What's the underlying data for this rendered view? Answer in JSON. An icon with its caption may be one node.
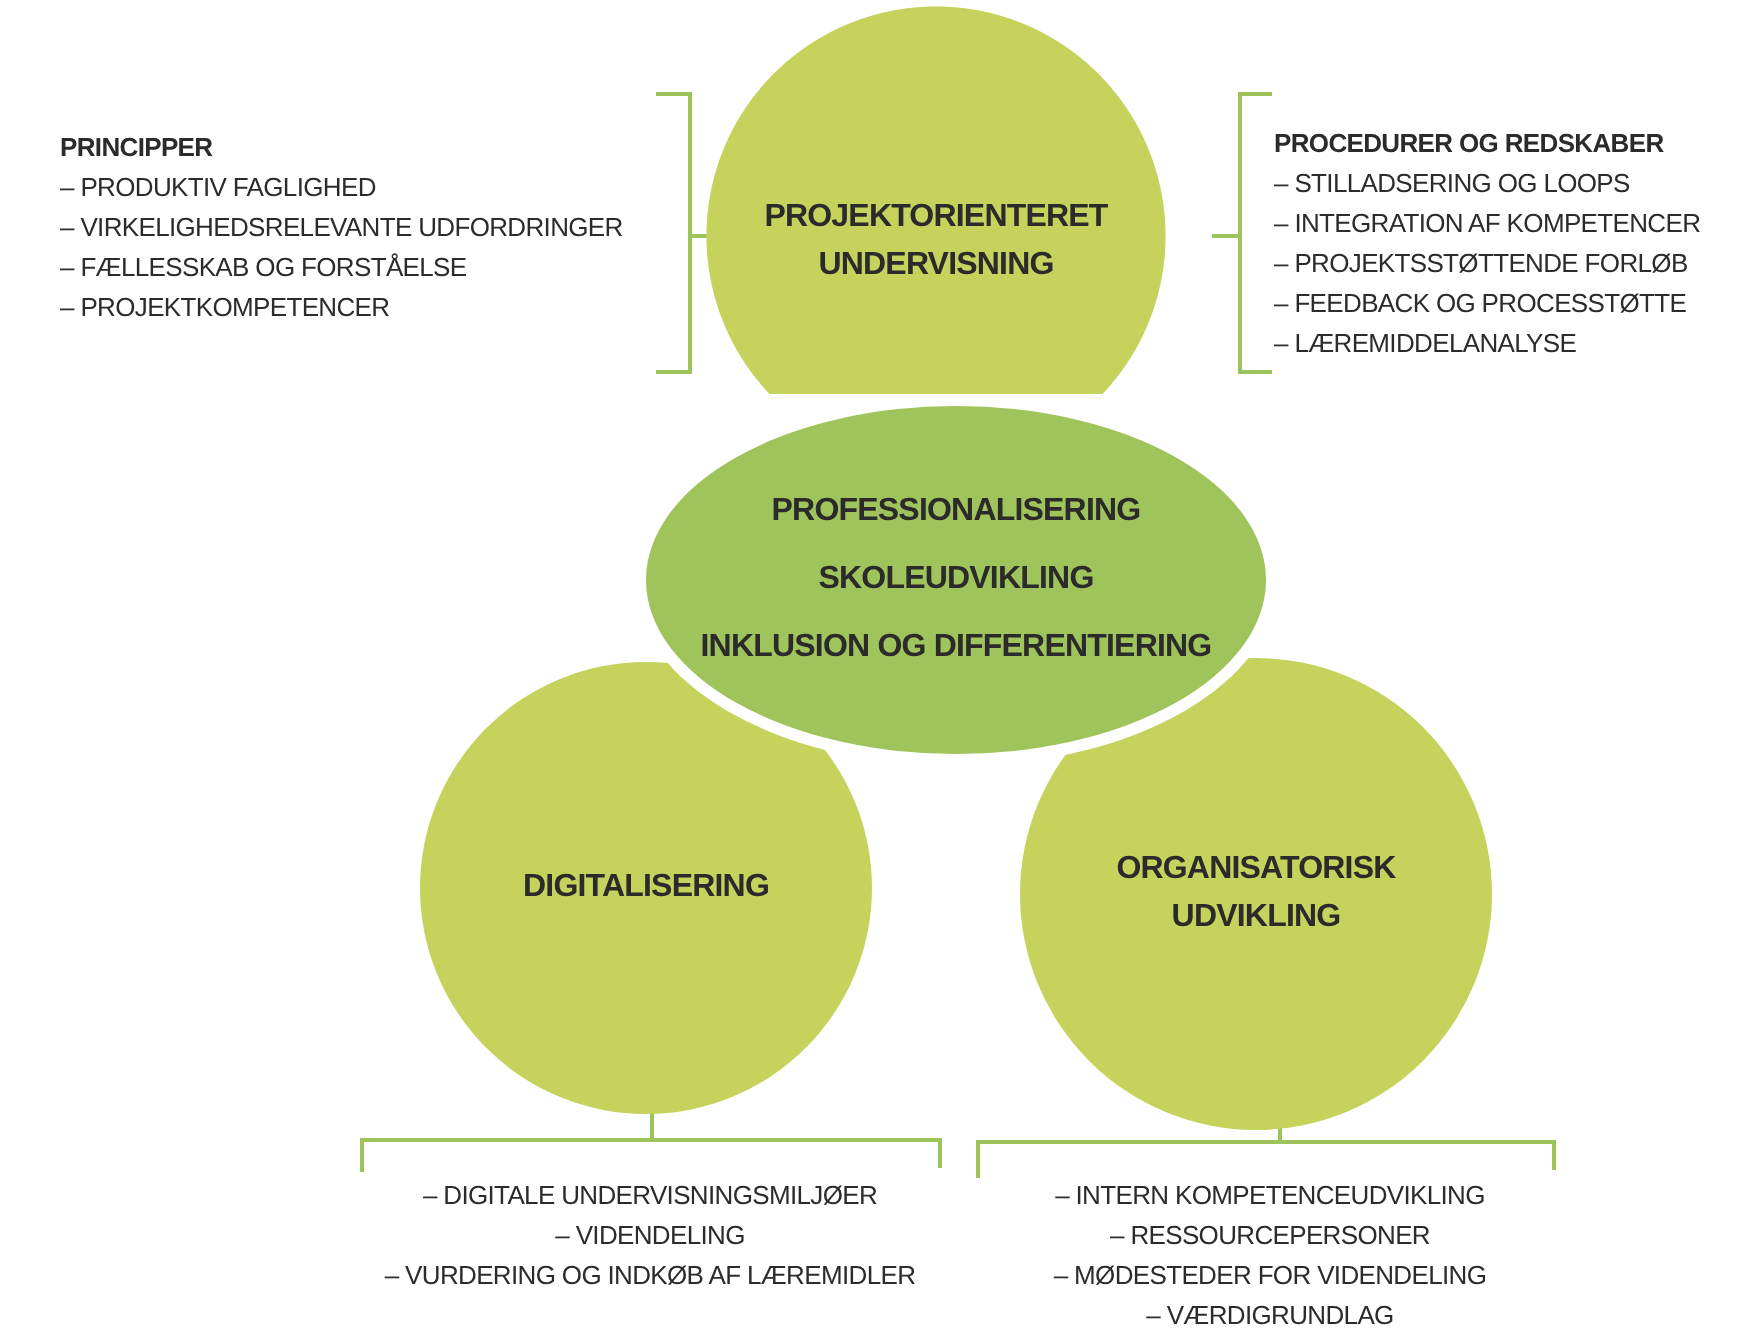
{
  "diagram": {
    "nodes": [
      {
        "text": [
          "PROJEKTORIENTERET UNDERVISNING"
        ]
      },
      {
        "text": [
          "PROFESSIONALISERING",
          "SKOLEUDVIKLING",
          "INKLUSION OG DIFFERENTIERING"
        ]
      },
      {
        "text": [
          "DIGITALISERING"
        ]
      },
      {
        "text": [
          "ORGANISATORISK UDVIKLING"
        ]
      }
    ],
    "labels": [
      "PRINCIPPER",
      "– PRODUKTIV FAGLIGHED",
      "– VIRKELIGHEDSRELEVANTE UDFORDRINGER",
      "– FÆLLESSKAB OG FORSTÅELSE",
      "– PROJEKTKOMPETENCER",
      "PROCEDURER OG REDSKABER",
      "– STILLADSERING OG LOOPS",
      "– INTEGRATION AF KOMPETENCER",
      "– PROJEKTSSTØTTENDE FORLØB",
      "– FEEDBACK OG PROCESSTØTTE",
      "– LÆREMIDDELANALYSE",
      "– DIGITALE UNDERVISNINGSMILJØER",
      "– VIDENDELING",
      "– VURDERING OG INDKØB AF LÆREMIDLER",
      "– INTERN KOMPETENCEUDVIKLING",
      "– RESSOURCEPERSONER",
      "– MØDESTEDER FOR VIDENDELING",
      "– VÆRDIGRUNDLAG"
    ]
  }
}
